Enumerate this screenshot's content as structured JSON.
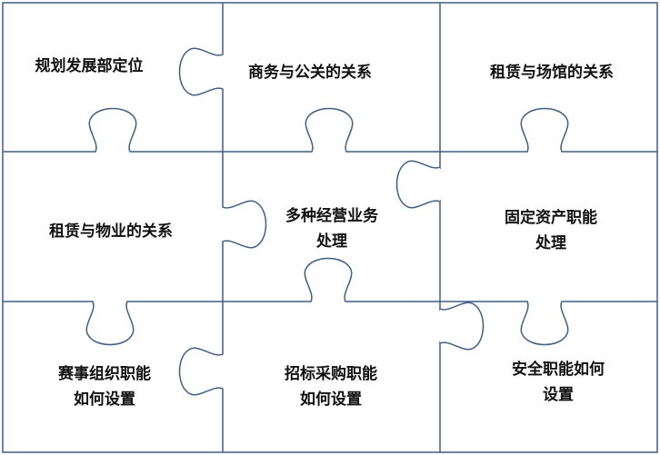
{
  "colors": {
    "piece_stroke": "#3f5f82",
    "piece_fill": "#ffffff",
    "text": "#111111"
  },
  "pieces": [
    {
      "lines": [
        "规划发展部定位"
      ]
    },
    {
      "lines": [
        "商务与公关的关系"
      ]
    },
    {
      "lines": [
        "租赁与场馆的关系"
      ]
    },
    {
      "lines": [
        "租赁与物业的关系"
      ]
    },
    {
      "lines": [
        "多种经营业务",
        "处理"
      ]
    },
    {
      "lines": [
        "固定资产职能",
        "处理"
      ]
    },
    {
      "lines": [
        "赛事组织职能",
        "如何设置"
      ]
    },
    {
      "lines": [
        "招标采购职能",
        "如何设置"
      ]
    },
    {
      "lines": [
        "安全职能如何",
        "设置"
      ]
    }
  ]
}
